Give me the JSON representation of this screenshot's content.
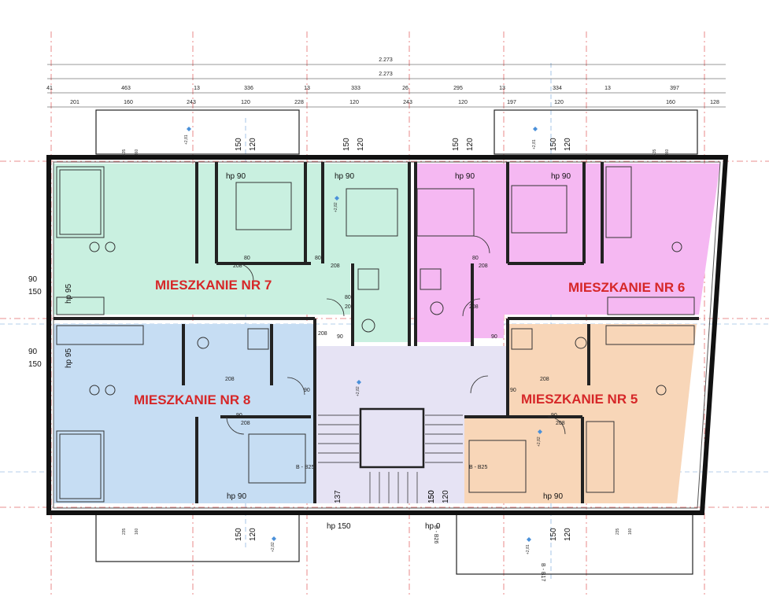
{
  "overall_dims": [
    "2.273",
    "2.273"
  ],
  "top_dims_row1": [
    "41",
    "463",
    "13",
    "336",
    "13",
    "333",
    "26",
    "295",
    "13",
    "334",
    "13",
    "397"
  ],
  "top_dims_row2": [
    "201",
    "160",
    "243",
    "120",
    "228",
    "120",
    "243",
    "120",
    "197",
    "120",
    "160",
    "128"
  ],
  "apartments": {
    "nr7": {
      "label": "MIESZKANIE NR 7",
      "color": "#c9f0e0"
    },
    "nr6": {
      "label": "MIESZKANIE NR 6",
      "color": "#f5b8f2"
    },
    "nr8": {
      "label": "MIESZKANIE NR 8",
      "color": "#c6ddf3"
    },
    "nr5": {
      "label": "MIESZKANIE NR 5",
      "color": "#f8d6b8"
    },
    "hall_color": "#e6e3f4"
  },
  "window_labels": {
    "w1": [
      "150",
      "120"
    ],
    "w2": [
      "150",
      "120"
    ],
    "w3": [
      "150",
      "120"
    ],
    "w4": [
      "150",
      "120"
    ],
    "w5": [
      "150",
      "120"
    ],
    "b1": [
      "150",
      "120"
    ],
    "b2": [
      "150",
      "120"
    ],
    "b3": [
      "150",
      "120"
    ],
    "left_top": [
      "90",
      "150"
    ],
    "left_bottom": [
      "90",
      "150"
    ]
  },
  "hp_labels": {
    "h1": "hp 90",
    "h2": "hp 90",
    "h3": "hp 90",
    "h4": "hp 90",
    "h5": "hp 95",
    "h6": "hp 95",
    "h7": "hp 90",
    "h8": "hp 90",
    "h9": "hp 150",
    "h10": "hp 0"
  },
  "door_labels": [
    "80",
    "208",
    "80",
    "208",
    "80",
    "208",
    "80",
    "208",
    "90",
    "208",
    "90",
    "208",
    "90",
    "208",
    "90",
    "208",
    "90",
    "208",
    "90",
    "208",
    "90",
    "80",
    "208",
    "80",
    "208",
    "90",
    "90",
    "90",
    "90",
    "90",
    "208"
  ],
  "level_marks": [
    "+2,81",
    "+2,82",
    "+2,81",
    "+2,82",
    "+2,82",
    "+2,82",
    "+2,81"
  ],
  "section_marks": {
    "bb25_a": "B - B25",
    "bb25_b": "B - B25",
    "bb26": "B - B26",
    "bb17": "B - B17"
  },
  "balcony_dims": [
    "235",
    "160",
    "235",
    "160",
    "235",
    "160",
    "235",
    "160"
  ],
  "stair_dims": [
    "137",
    "150"
  ]
}
